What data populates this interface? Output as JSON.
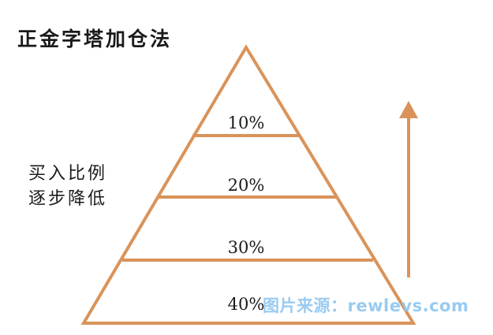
{
  "title": "正金字塔加仓法",
  "side_label": {
    "line1": "买入比例",
    "line2": "逐步降低"
  },
  "tiers": [
    {
      "label": "10%"
    },
    {
      "label": "20%"
    },
    {
      "label": "30%"
    },
    {
      "label": "40%"
    }
  ],
  "watermark": "图片来源：rewlevs.com",
  "colors": {
    "accent": "#d9935a",
    "text": "#1a1a1a",
    "watermark": "#8fc6f0"
  },
  "icons": {
    "arrow": "up-arrow-icon"
  }
}
